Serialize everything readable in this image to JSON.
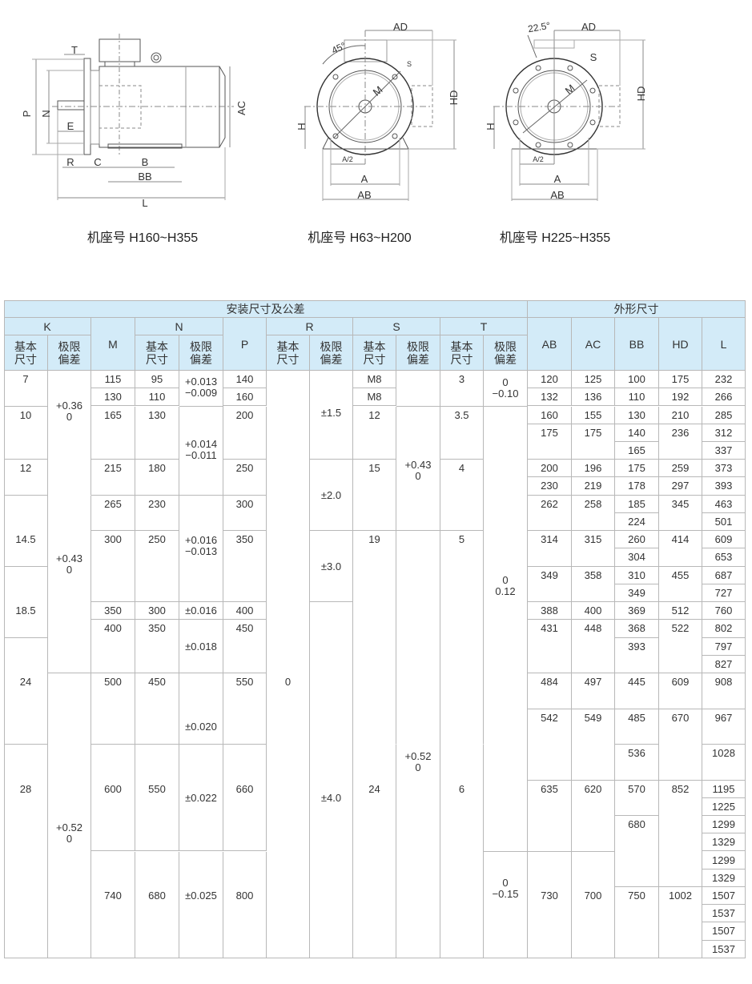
{
  "drawings": {
    "side": {
      "caption": "机座号 H160~H355",
      "labels": {
        "T": "T",
        "P": "P",
        "N": "N",
        "E": "E",
        "R": "R",
        "C": "C",
        "B": "B",
        "BB": "BB",
        "L": "L",
        "AC": "AC"
      }
    },
    "front_small": {
      "caption": "机座号 H63~H200",
      "labels": {
        "AD": "AD",
        "HD": "HD",
        "H": "H",
        "A2": "A/2",
        "A": "A",
        "AB": "AB",
        "angle": "45°",
        "M": "M",
        "S": "S"
      }
    },
    "front_large": {
      "caption": "机座号 H225~H355",
      "labels": {
        "AD": "AD",
        "HD": "HD",
        "H": "H",
        "A2": "A/2",
        "A": "A",
        "AB": "AB",
        "angle": "22.5°",
        "M": "M",
        "S": "S"
      }
    }
  },
  "table": {
    "header": {
      "group_install": "安装尺寸及公差",
      "group_outer": "外形尺寸",
      "K": "K",
      "M": "M",
      "N": "N",
      "P": "P",
      "R": "R",
      "S": "S",
      "T": "T",
      "AB": "AB",
      "AC": "AC",
      "BB": "BB",
      "HD": "HD",
      "L": "L",
      "basic": "基本\n尺寸",
      "tolerance": "极限\n偏差"
    },
    "columns": {
      "k_basic": [
        "7",
        "10",
        "12",
        "14.5",
        "18.5",
        "24",
        "28"
      ],
      "k_tol": [
        "+0.36\n0",
        "+0.43\n0",
        "+0.52\n0"
      ],
      "m": [
        "115",
        "130",
        "165",
        "215",
        "265",
        "300",
        "350",
        "400",
        "500",
        "600",
        "740"
      ],
      "n_basic": [
        "95",
        "110",
        "130",
        "180",
        "230",
        "250",
        "300",
        "350",
        "450",
        "550",
        "680"
      ],
      "n_tol": [
        "+0.013\n−0.009",
        "+0.014\n−0.011",
        "+0.016\n−0.013",
        "±0.016",
        "±0.018",
        "±0.020",
        "±0.022",
        "±0.025"
      ],
      "p": [
        "140",
        "160",
        "200",
        "250",
        "300",
        "350",
        "400",
        "450",
        "550",
        "660",
        "800"
      ],
      "r_basic": [
        "0"
      ],
      "r_tol": [
        "±1.5",
        "±2.0",
        "±3.0",
        "±4.0"
      ],
      "s_basic": [
        "M8",
        "M8",
        "12",
        "15",
        "19",
        "24"
      ],
      "s_tol": [
        "",
        "+0.43\n0",
        "+0.52\n0"
      ],
      "t_basic": [
        "3",
        "3.5",
        "4",
        "5",
        "6"
      ],
      "t_tol": [
        "0\n−0.10",
        "0\n0.12",
        "0\n−0.15"
      ],
      "ab": [
        "120",
        "132",
        "160",
        "175",
        "200",
        "230",
        "262",
        "314",
        "349",
        "388",
        "431",
        "484",
        "542",
        "635",
        "730"
      ],
      "ac": [
        "125",
        "136",
        "155",
        "175",
        "196",
        "219",
        "258",
        "315",
        "358",
        "400",
        "448",
        "497",
        "549",
        "620",
        "700"
      ],
      "bb": [
        "100",
        "110",
        "130",
        "140",
        "165",
        "175",
        "178",
        "185",
        "224",
        "260",
        "304",
        "310",
        "349",
        "369",
        "368",
        "393",
        "445",
        "485",
        "536",
        "570",
        "680",
        "750"
      ],
      "hd": [
        "175",
        "192",
        "210",
        "236",
        "259",
        "297",
        "345",
        "414",
        "455",
        "512",
        "522",
        "609",
        "670",
        "852",
        "1002"
      ],
      "l": [
        "232",
        "266",
        "285",
        "312",
        "337",
        "373",
        "393",
        "463",
        "501",
        "609",
        "653",
        "687",
        "727",
        "760",
        "802",
        "797",
        "827",
        "908",
        "967",
        "1028",
        "1195",
        "1225",
        "1299",
        "1329",
        "1299",
        "1329",
        "1507",
        "1537",
        "1507",
        "1537"
      ]
    }
  },
  "colors": {
    "header_bg": "#d3ebf8",
    "grid": "#b8b8b8",
    "text": "#333333"
  }
}
